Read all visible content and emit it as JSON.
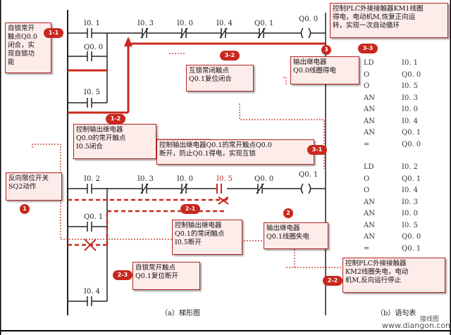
{
  "colors": {
    "accent": "#c8281e",
    "line": "#222222",
    "box_fill": "#fdecea"
  },
  "ladder_labels": {
    "i01": "I0. 1",
    "i03a": "I0. 3",
    "i00a": "I0. 0",
    "i04a": "I0. 4",
    "q01a": "Q0. 1",
    "q00_contact": "Q0. 0",
    "i05_contact": "I0. 5",
    "i02": "I0. 2",
    "i03b": "I0. 3",
    "i00b": "I0. 0",
    "i05b": "I0. 5",
    "q00b": "Q0. 0",
    "q01_contact": "Q0. 1",
    "i04b": "I0. 4",
    "coil1": "Q0. 0",
    "coil2": "Q0. 1",
    "coil_symbol": "(      )"
  },
  "annotations": {
    "b1": "自锁常开\n触点Q0.0\n闭合，实\n现自锁功\n能",
    "b2": "控制PLC外接接触器KM1线圈\n得电，电动机M,恢复正向运\n转，实现一次自动循环",
    "b3": "输出继电器\nQ0.0线圈得电",
    "b4": "互锁常闭触点\nQ0.1复位闭合",
    "b5": "控制输出继电器\nQ0.0的常开触点\nI0.5闭合",
    "b6": "控制输出继电器Q0.1的常开触点Q0.0\n断开，防止Q0.1得电，实现互锁",
    "b7": "反向限位开关\nSQ2动作",
    "b8": "控制输出继电器\nQ0.1的常闭触点\nI0.5断开",
    "b9": "输出继电器\nQ0.1线圈失电",
    "b10": "自锁常开触点\nQ0.1复位断开",
    "b11": "控制PLC外接接触器\nKM2线圈失电，电动\n机M,反向运行停止"
  },
  "badges": [
    "1-1",
    "3-3",
    "1-2",
    "3-2",
    "1",
    "2-1",
    "2",
    "2-2",
    "2-3",
    "3-1",
    "3"
  ],
  "statements": [
    [
      "LD",
      "I0. 1"
    ],
    [
      "O",
      "Q0. 0"
    ],
    [
      "O",
      "I0. 5"
    ],
    [
      "AN",
      "I0. 3"
    ],
    [
      "AN",
      "I0. 0"
    ],
    [
      "AN",
      "I0. 4"
    ],
    [
      "AN",
      "Q0. 1"
    ],
    [
      "=",
      "Q0. 0"
    ],
    [
      "LD",
      "I0. 2"
    ],
    [
      "O",
      "Q0. 1"
    ],
    [
      "O",
      "I0. 4"
    ],
    [
      "AN",
      "I0. 3"
    ],
    [
      "AN",
      "I0. 0"
    ],
    [
      "AN",
      "I0. 5"
    ],
    [
      "AN",
      "Q0. 0"
    ],
    [
      "=",
      "Q0. 1"
    ]
  ],
  "captions": {
    "ladder": "（a）梯形图",
    "statements": "（b）语句表"
  },
  "watermark": {
    "top": "接线图",
    "bottom": "www.diangon.com"
  }
}
